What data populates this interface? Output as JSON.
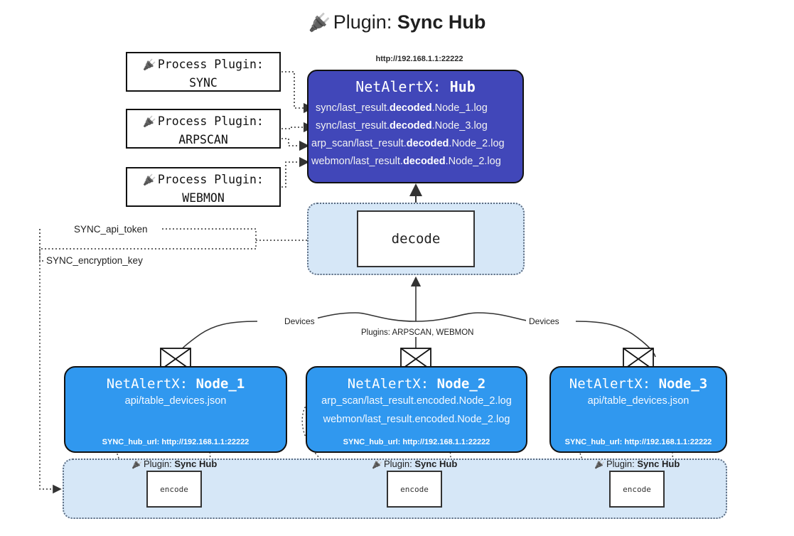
{
  "title": {
    "icon": "plug-icon",
    "prefix": "Plugin:",
    "name": "Sync Hub"
  },
  "hub": {
    "url": "http://192.168.1.1:22222",
    "label_prefix": "NetAlertX:",
    "label_name": "Hub",
    "lines": [
      {
        "pre": "sync/last_result.",
        "mid": "decoded",
        "post": ".Node_1.log"
      },
      {
        "pre": "sync/last_result.",
        "mid": "decoded",
        "post": ".Node_3.log"
      },
      {
        "pre": "arp_scan/last_result.",
        "mid": "decoded",
        "post": ".Node_2.log"
      },
      {
        "pre": "webmon/last_result.",
        "mid": "decoded",
        "post": ".Node_2.log"
      }
    ]
  },
  "process_plugins": [
    {
      "icon": "plug-icon",
      "line1": "Process Plugin:",
      "line2": "SYNC"
    },
    {
      "icon": "plug-icon",
      "line1": "Process Plugin:",
      "line2": "ARPSCAN"
    },
    {
      "icon": "plug-icon",
      "line1": "Process Plugin:",
      "line2": "WEBMON"
    }
  ],
  "decode": {
    "label": "decode"
  },
  "settings": {
    "api_token": "SYNC_api_token",
    "encryption_key": "SYNC_encryption_key"
  },
  "edge_labels": {
    "devices_left": "Devices",
    "devices_right": "Devices",
    "plugins_center": "Plugins: ARPSCAN, WEBMON"
  },
  "nodes": [
    {
      "label_prefix": "NetAlertX:",
      "label_name": "Node_1",
      "lines": [
        "api/table_devices.json"
      ],
      "footer": "SYNC_hub_url: http://192.168.1.1:22222"
    },
    {
      "label_prefix": "NetAlertX:",
      "label_name": "Node_2",
      "lines": [
        "arp_scan/last_result.encoded.Node_2.log",
        "webmon/last_result.encoded.Node_2.log"
      ],
      "footer": "SYNC_hub_url: http://192.168.1.1:22222"
    },
    {
      "label_prefix": "NetAlertX:",
      "label_name": "Node_3",
      "lines": [
        "api/table_devices.json"
      ],
      "footer": "SYNC_hub_url: http://192.168.1.1:22222"
    }
  ],
  "bottom_clusters": [
    {
      "icon": "plug-icon",
      "prefix": "Plugin:",
      "name": "Sync Hub",
      "box": "encode"
    },
    {
      "icon": "plug-icon",
      "prefix": "Plugin:",
      "name": "Sync Hub",
      "box": "encode"
    },
    {
      "icon": "plug-icon",
      "prefix": "Plugin:",
      "name": "Sync Hub",
      "box": "encode"
    }
  ],
  "colors": {
    "hub": "#4147b9",
    "node": "#3098ef",
    "cluster": "#d6e7f7",
    "stroke": "#111111"
  }
}
